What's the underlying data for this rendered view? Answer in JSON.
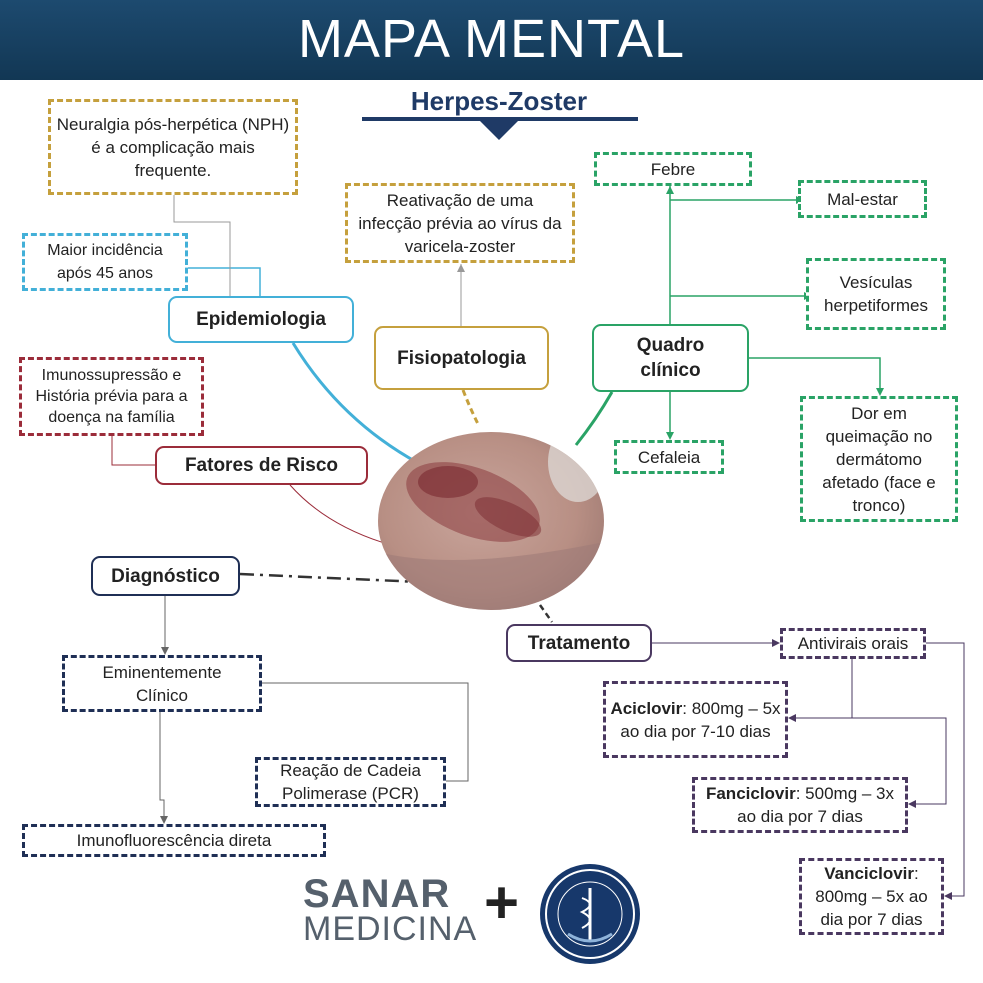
{
  "header": {
    "title": "MAPA MENTAL"
  },
  "subtitle": "Herpes-Zoster",
  "nodes": {
    "nph": "Neuralgia pós-herpética (NPH) é a complicação mais frequente.",
    "reativacao": "Reativação de uma infecção prévia ao vírus da varicela-zoster",
    "maior_incidencia": "Maior incidência após 45 anos",
    "epidemiologia": "Epidemiologia",
    "fisiopatologia": "Fisiopatologia",
    "quadro_clinico": "Quadro clínico",
    "febre": "Febre",
    "mal_estar": "Mal-estar",
    "vesiculas": "Vesículas herpetiformes",
    "dor": "Dor em queimação no dermátomo afetado (face e tronco)",
    "cefaleia": "Cefaleia",
    "imunossupressao": "Imunossupressão e História prévia para a doença na família",
    "fatores_risco": "Fatores de Risco",
    "diagnostico": "Diagnóstico",
    "eminentemente": "Eminentemente Clínico",
    "pcr": "Reação de Cadeia Polimerase (PCR)",
    "imunofluorescencia": "Imunofluorescência direta",
    "tratamento": "Tratamento",
    "antivirais": "Antivirais orais",
    "aciclovir_name": "Aciclovir",
    "aciclovir_dose": ": 800mg – 5x ao dia por 7-10 dias",
    "fanciclovir_name": "Fanciclovir",
    "fanciclovir_dose": ": 500mg – 3x ao dia por 7 dias",
    "vanciclovir_name": "Vanciclovir",
    "vanciclovir_dose": ": 800mg – 5x ao dia por 7 dias"
  },
  "logos": {
    "sanar": "SANAR",
    "medicina": "MEDICINA",
    "plus": "+"
  },
  "colors": {
    "header": "#1d4a6f",
    "gold": "#c5a03d",
    "blue": "#43b0d8",
    "red": "#9b2c3a",
    "green": "#2aa366",
    "navy": "#1f2f55",
    "purple": "#4a3860"
  },
  "image": {
    "icon": "skin-rash-photo"
  }
}
